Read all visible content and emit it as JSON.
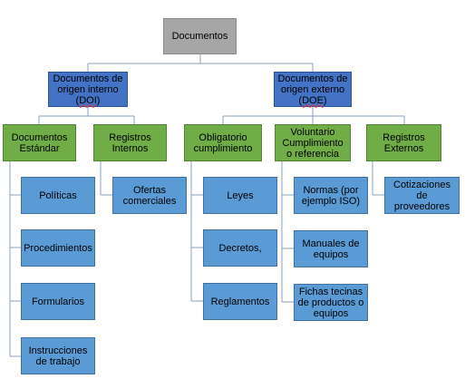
{
  "root": "Documentos",
  "doi": {
    "pre": "Documentos de origen interno (",
    "abbr": "DOI",
    "post": ")"
  },
  "doe": {
    "pre": "Documentos de origen externo (",
    "abbr": "DOE",
    "post": ")"
  },
  "doc_estandar": "Documentos Estándar",
  "reg_internos": "Registros Internos",
  "obligatorio": "Obligatorio cumplimiento",
  "voluntario": "Voluntario Cumplimiento o referencia",
  "reg_externos": "Registros Externos",
  "politicas": "Políticas",
  "procedimientos": "Procedimientos",
  "formularios": "Formularios",
  "instrucciones": "Instrucciones de trabajo",
  "ofertas": "Ofertas comerciales",
  "leyes": "Leyes",
  "decretos": "Decretos,",
  "reglamentos": "Reglamentos",
  "normas": "Normas (por ejemplo ISO)",
  "manuales": "Manuales de equipos",
  "fichas": "Fichas tecinas de productos o equipos",
  "cotizaciones": "Cotizaciones de proveedores",
  "colors": {
    "root": "#a6a6a6",
    "level1": "#4472c4",
    "level2": "#70ad47",
    "level3": "#5b9bd5",
    "connector": "#8aa0b8"
  }
}
